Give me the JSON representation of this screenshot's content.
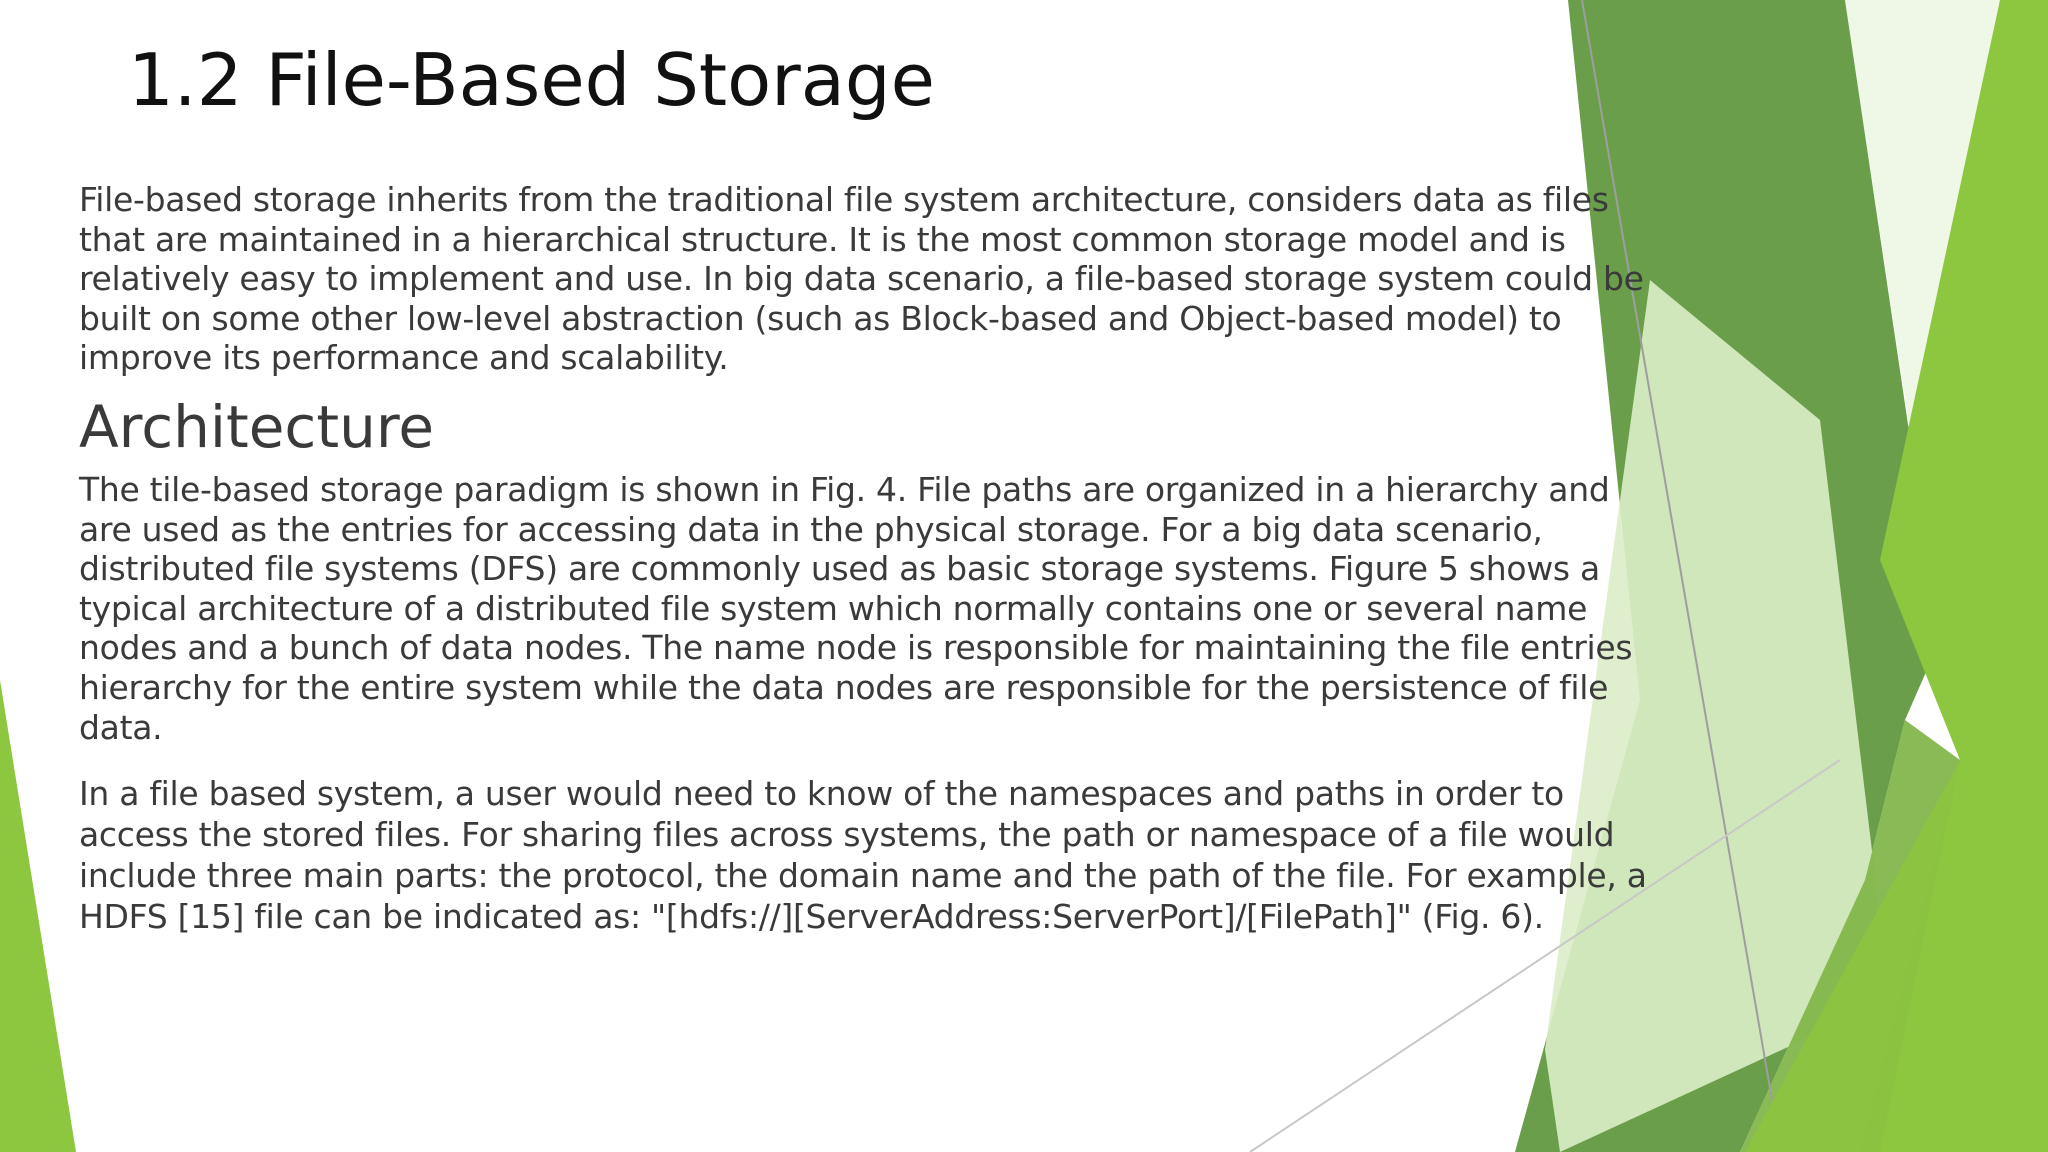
{
  "slide": {
    "title": "1.2 File-Based Storage",
    "paragraph_1": "File-based storage inherits from the traditional file system architecture, considers data as files\nthat are maintained in a hierarchical structure. It is the most common storage model and is\nrelatively easy to implement and use. In big data scenario, a file-based storage system could be\nbuilt on some other low-level abstraction (such as Block-based and Object-based model) to\nimprove its performance and scalability.",
    "heading_architecture": "Architecture",
    "paragraph_2": "The tile-based storage paradigm is shown in Fig. 4. File paths are organized in a hierarchy and\nare used as the entries for accessing data in the physical storage. For a big data scenario,\ndistributed file systems (DFS) are commonly used as basic storage systems. Figure 5 shows a\ntypical architecture of a distributed file system which normally contains one or several name\nnodes and a bunch of data nodes. The name node is responsible for maintaining the file entries\nhierarchy for the entire system while the data nodes are responsible for the persistence of file\ndata.",
    "paragraph_3": "In a file based system, a user would need to know of the namespaces and paths in order to\naccess the stored files. For sharing files across systems, the path or namespace of a file would\ninclude three main parts: the protocol, the domain name and the path of the file. For example, a\nHDFS [15] file can be indicated as: \"[hdfs://][ServerAddress:ServerPort]/[FilePath]\" (Fig. 6)."
  },
  "theme": {
    "accent_dark_green": "#5f9a3e",
    "accent_green": "#7cb342",
    "accent_lime": "#8dc63f",
    "accent_pale_green": "#d7eac0"
  }
}
